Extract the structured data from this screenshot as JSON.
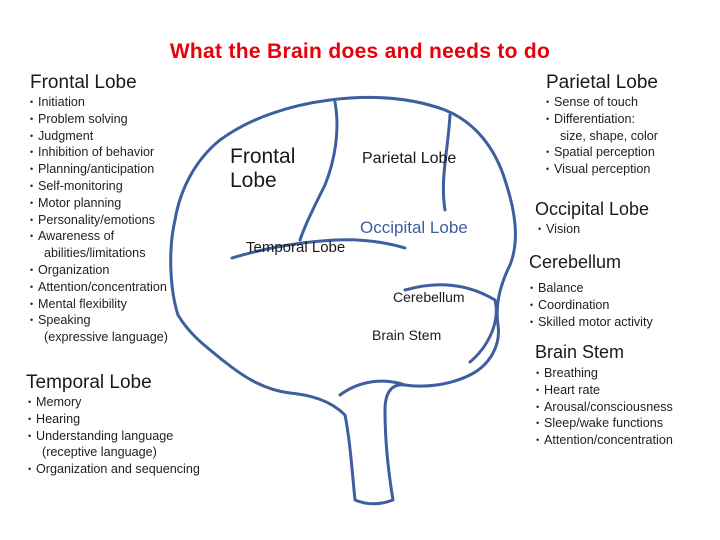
{
  "title": "What the Brain does and needs to do",
  "frontal": {
    "heading": "Frontal Lobe",
    "items": [
      "Initiation",
      "Problem solving",
      "Judgment",
      "Inhibition of behavior",
      "Planning/anticipation",
      "Self-monitoring",
      "Motor planning",
      "Personality/emotions",
      "Awareness of",
      "abilities/limitations",
      "Organization",
      "Attention/concentration",
      "Mental flexibility",
      "Speaking",
      "(expressive language)"
    ]
  },
  "temporal": {
    "heading": "Temporal Lobe",
    "items": [
      "Memory",
      "Hearing",
      "Understanding language",
      "(receptive language)",
      "Organization and sequencing"
    ]
  },
  "parietal": {
    "heading": "Parietal Lobe",
    "items": [
      "Sense of touch",
      "Differentiation:",
      "size, shape, color",
      "Spatial perception",
      "Visual perception"
    ]
  },
  "occipital": {
    "heading": "Occipital Lobe",
    "items": [
      "Vision"
    ]
  },
  "cerebellum": {
    "heading": "Cerebellum",
    "items": [
      "Balance",
      "Coordination",
      "Skilled motor  activity"
    ]
  },
  "brainstem": {
    "heading": "Brain Stem",
    "items": [
      "Breathing",
      "Heart rate",
      "Arousal/consciousness",
      "Sleep/wake functions",
      "Attention/concentration"
    ]
  },
  "brain_labels": {
    "frontal": "Frontal Lobe",
    "parietal": "Parietal Lobe",
    "occipital": "Occipital Lobe",
    "temporal": "Temporal Lobe",
    "cerebellum": "Cerebellum",
    "brainstem": "Brain Stem"
  },
  "colors": {
    "title": "#e8000b",
    "brain_outline": "#3d5f9e"
  }
}
